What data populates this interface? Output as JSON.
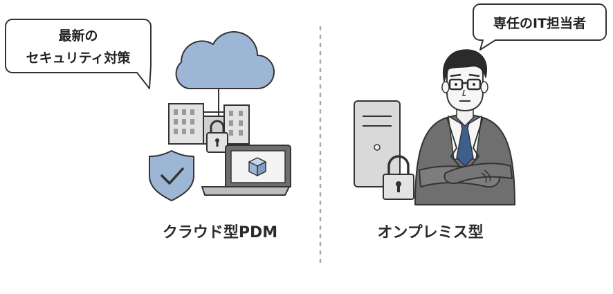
{
  "left": {
    "bubble_line1": "最新の",
    "bubble_line2": "セキュリティ対策",
    "caption": "クラウド型PDM"
  },
  "right": {
    "bubble": "専任のIT担当者",
    "caption": "オンプレミス型"
  },
  "colors": {
    "outline": "#333333",
    "cloud": "#9db6d6",
    "shield": "#9db6d6",
    "building": "#e3e3e3",
    "building_dark": "#bdbdbd",
    "laptop": "#6e6e6e",
    "server": "#d9d9d9",
    "suit": "#6f6f6f",
    "tie": "#3e5f8d",
    "divider": "#aaaaaa"
  }
}
